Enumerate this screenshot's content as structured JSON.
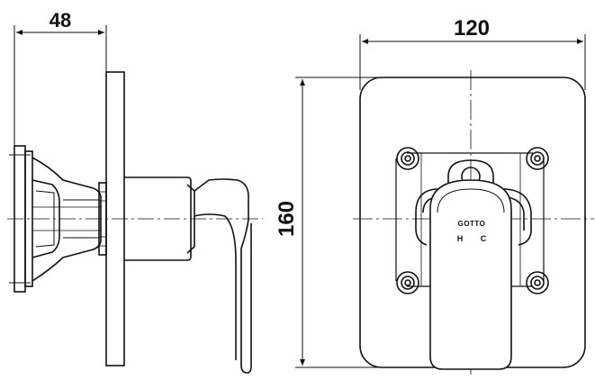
{
  "dimensions": {
    "depth": "48",
    "width": "120",
    "height": "160"
  },
  "handle_marks": {
    "brand": "GOTTO",
    "hot": "H",
    "cold": "C"
  },
  "colors": {
    "line": "#111111",
    "background": "#ffffff"
  }
}
